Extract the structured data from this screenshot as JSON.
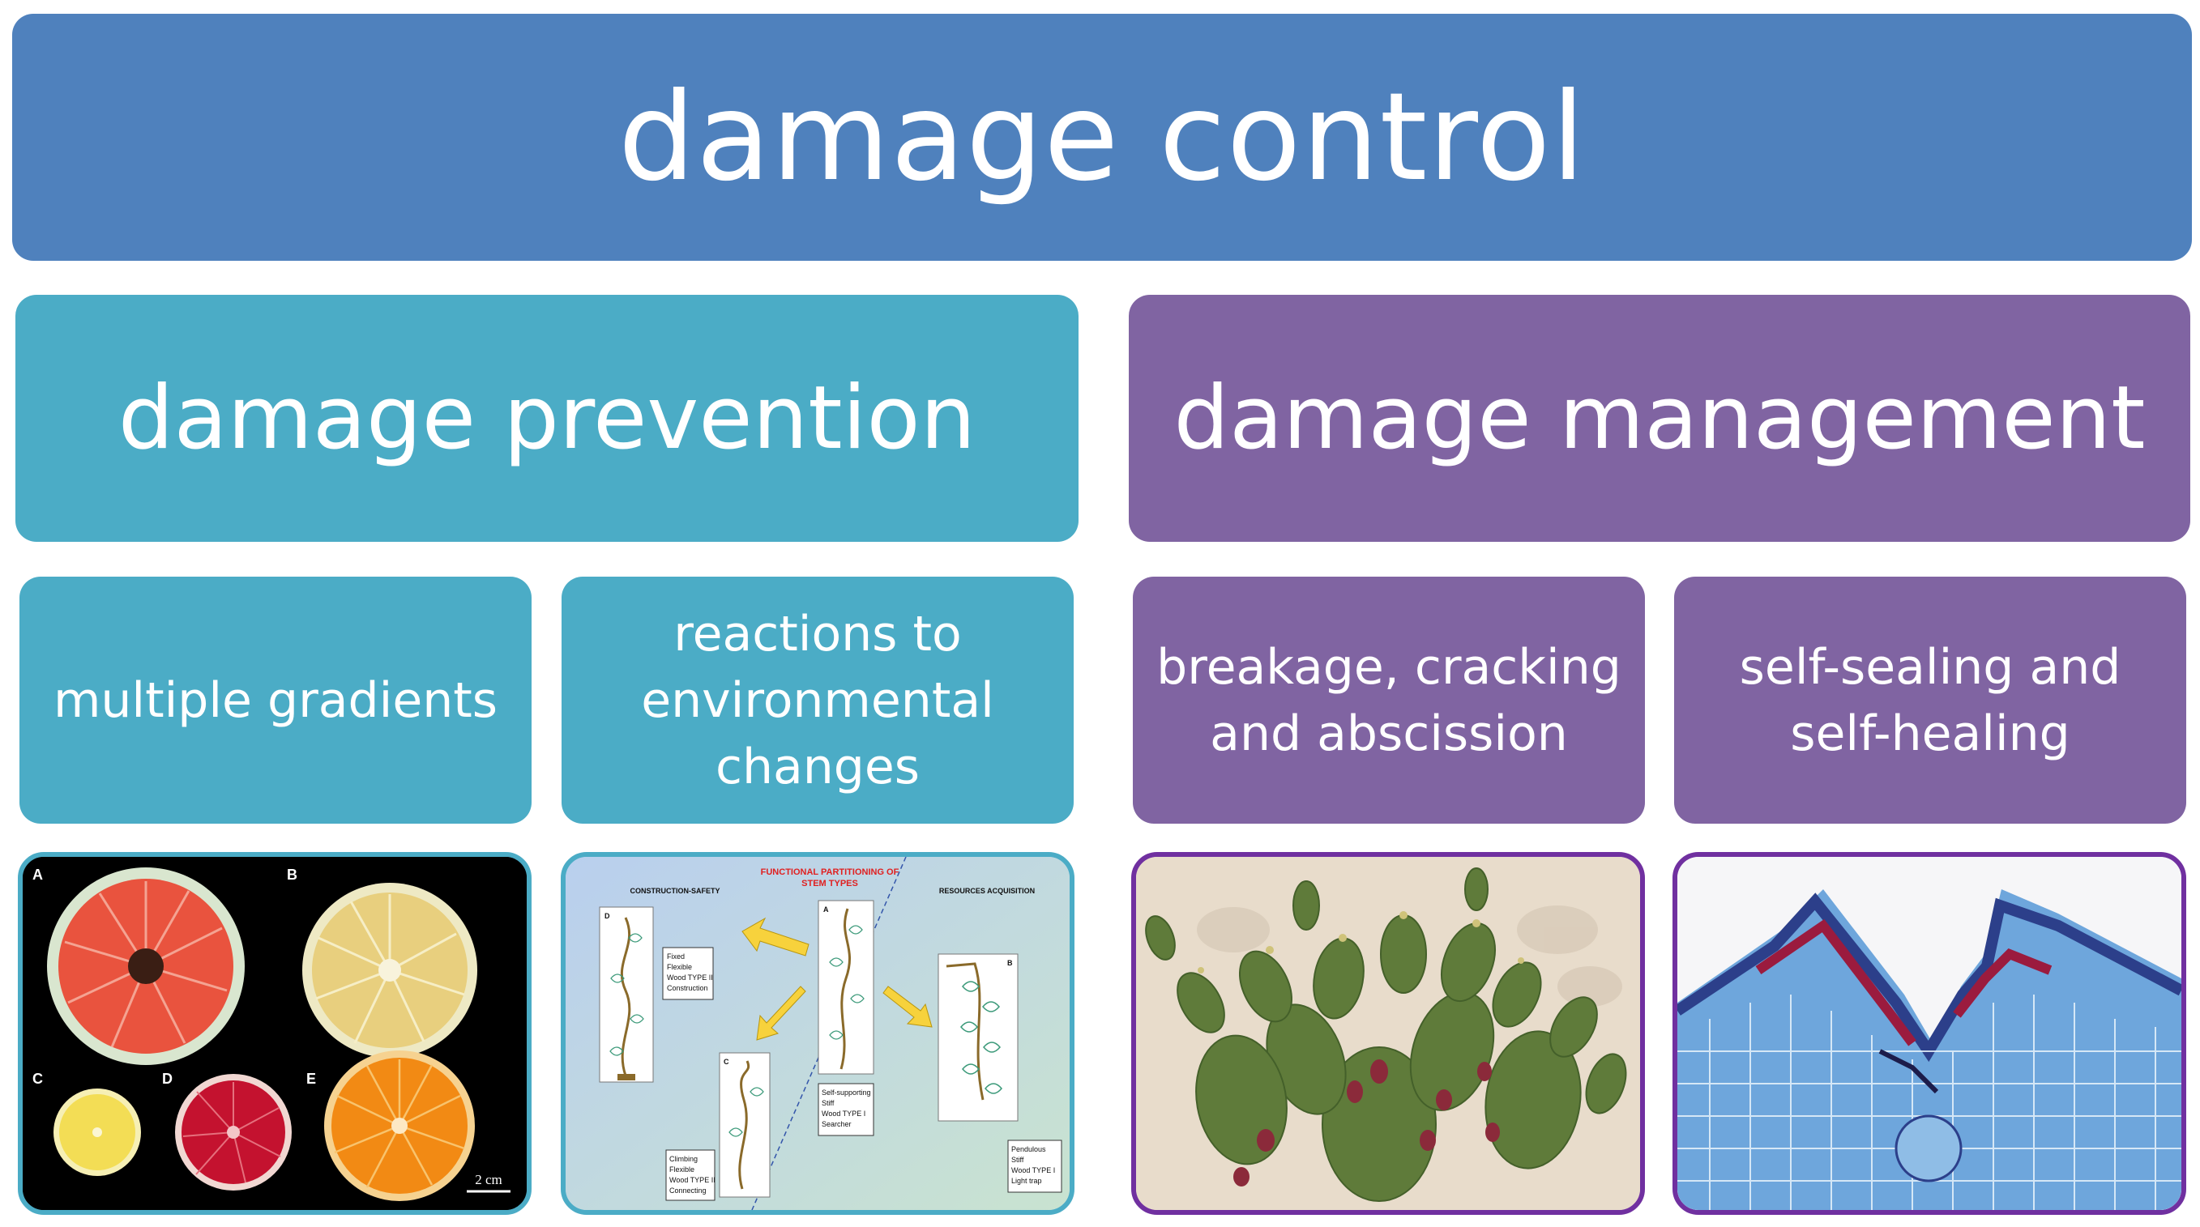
{
  "title": "damage control",
  "prevention": {
    "heading": "damage prevention",
    "items": [
      "multiple gradients",
      "reactions to environmental changes"
    ]
  },
  "management": {
    "heading": "damage management",
    "items": [
      "breakage, cracking and abscission",
      "self-sealing and self-healing"
    ]
  },
  "citrus_figure": {
    "labels": [
      "A",
      "B",
      "C",
      "D",
      "E"
    ],
    "scale": "2 cm"
  },
  "stem_figure": {
    "title_line1": "FUNCTIONAL PARTITIONING OF",
    "title_line2": "STEM TYPES",
    "left_header": "CONSTRUCTION-SAFETY",
    "right_header": "RESOURCES ACQUISITION",
    "labels": [
      "A",
      "B",
      "C",
      "D"
    ],
    "box_d": [
      "Fixed",
      "Flexible",
      "Wood TYPE II",
      "Construction"
    ],
    "box_a": [
      "Self-supporting",
      "Stiff",
      "Wood TYPE I",
      "Searcher"
    ],
    "box_c": [
      "Climbing",
      "Flexible",
      "Wood TYPE II",
      "Connecting"
    ],
    "box_b": [
      "Pendulous",
      "Stiff",
      "Wood TYPE I",
      "Light trap"
    ]
  },
  "colors": {
    "title_blue": "#4f81bd",
    "prevention_teal": "#4bacc6",
    "management_purple": "#8064a2"
  }
}
